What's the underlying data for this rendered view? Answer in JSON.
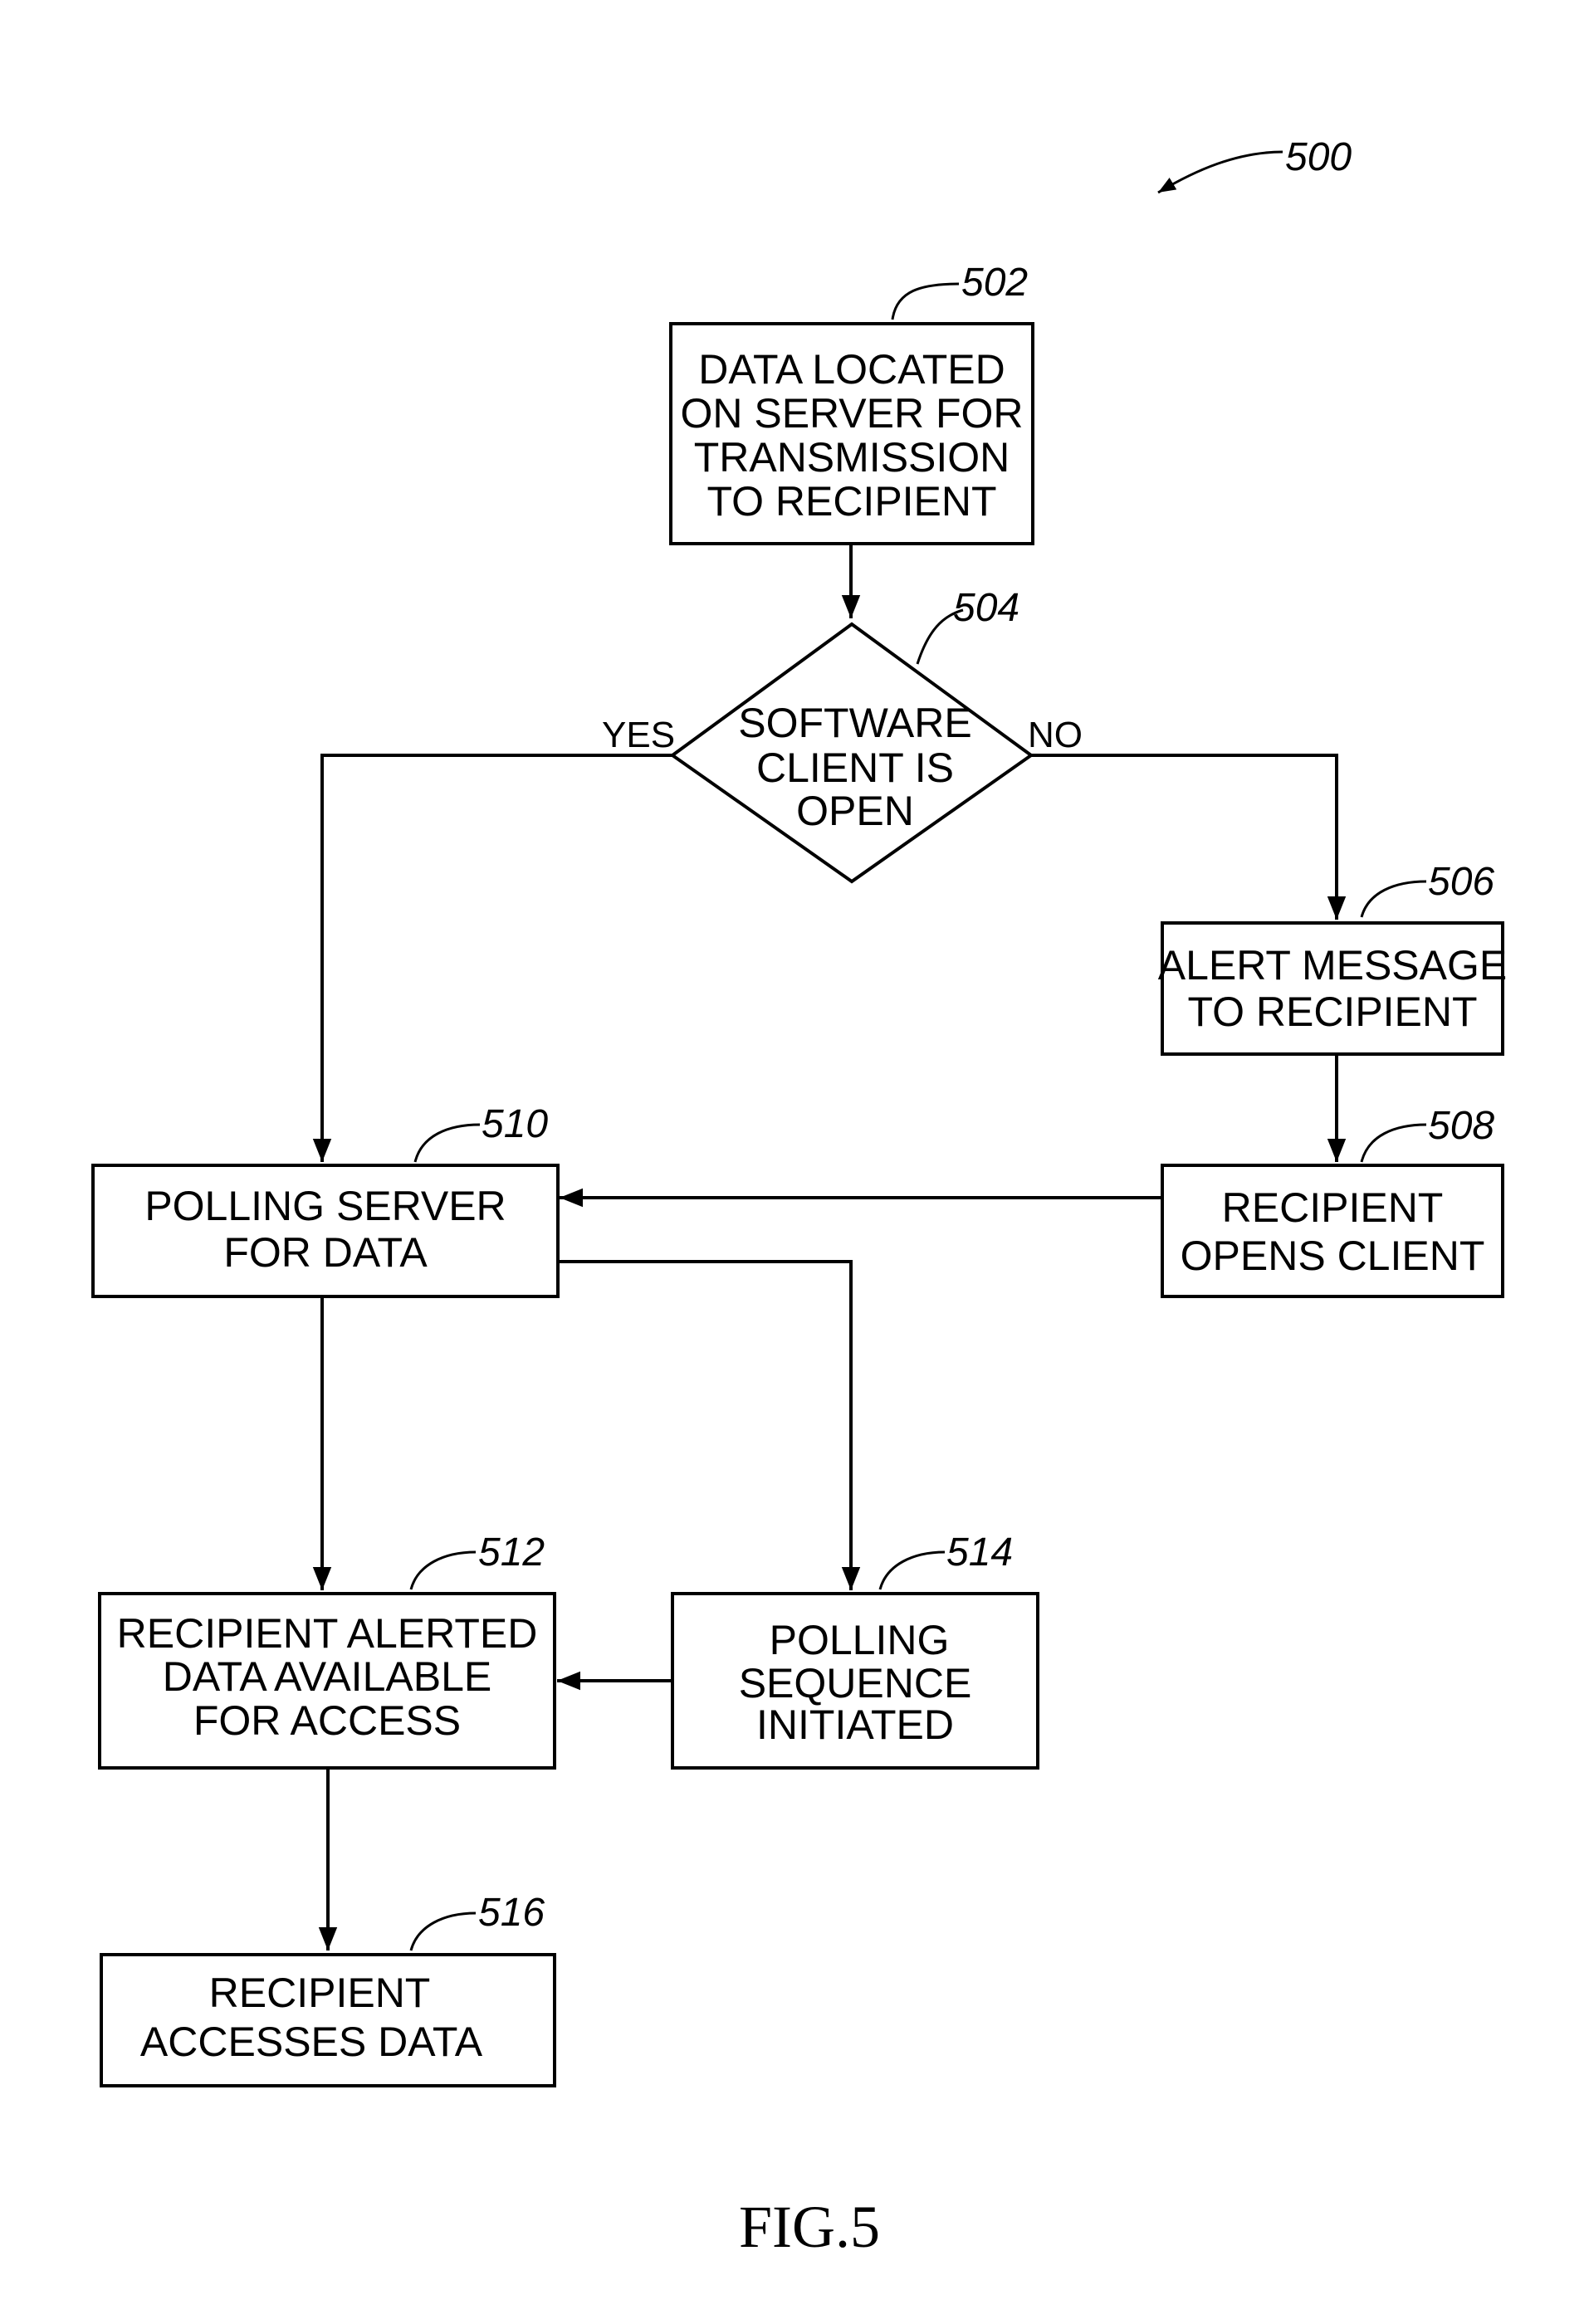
{
  "figure": {
    "number": "500",
    "caption": "FIG.5"
  },
  "nodes": {
    "n502": {
      "ref": "502",
      "lines": [
        "DATA LOCATED",
        "ON SERVER FOR",
        "TRANSMISSION",
        "TO RECIPIENT"
      ]
    },
    "n504": {
      "ref": "504",
      "lines": [
        "SOFTWARE",
        "CLIENT IS",
        "OPEN"
      ]
    },
    "n506": {
      "ref": "506",
      "lines": [
        "ALERT MESSAGE",
        "TO RECIPIENT"
      ]
    },
    "n508": {
      "ref": "508",
      "lines": [
        "RECIPIENT",
        "OPENS CLIENT"
      ]
    },
    "n510": {
      "ref": "510",
      "lines": [
        "POLLING SERVER",
        "FOR DATA"
      ]
    },
    "n512": {
      "ref": "512",
      "lines": [
        "RECIPIENT ALERTED",
        "DATA AVAILABLE",
        "FOR ACCESS"
      ]
    },
    "n514": {
      "ref": "514",
      "lines": [
        "POLLING",
        "SEQUENCE",
        "INITIATED"
      ]
    },
    "n516": {
      "ref": "516",
      "lines": [
        "RECIPIENT",
        "ACCESSES DATA"
      ]
    }
  },
  "branches": {
    "yes": "YES",
    "no": "NO"
  }
}
